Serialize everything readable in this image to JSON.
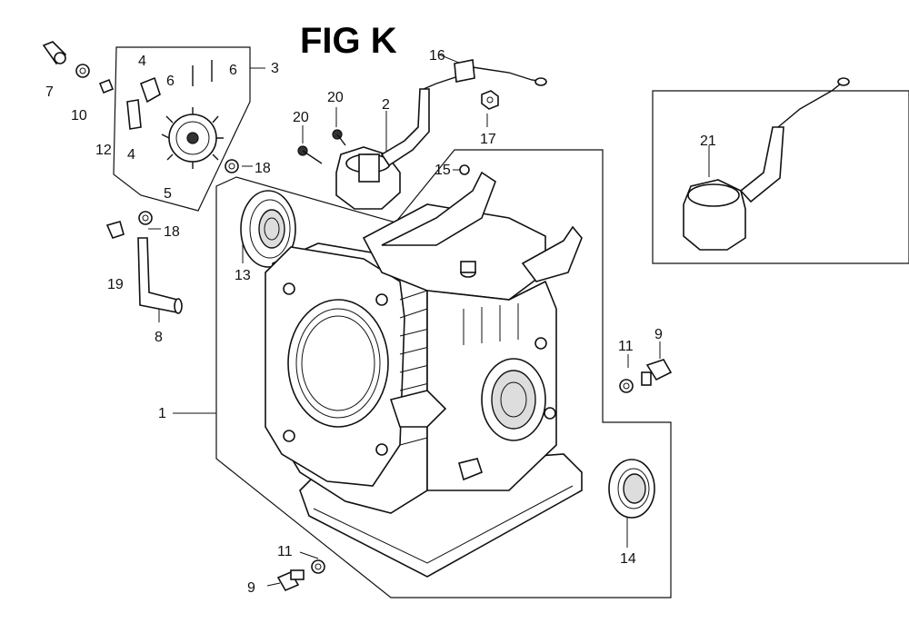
{
  "title": "FIG K",
  "callouts": {
    "c1": "1",
    "c2": "2",
    "c3": "3",
    "c4a": "4",
    "c4b": "4",
    "c5": "5",
    "c6a": "6",
    "c6b": "6",
    "c7": "7",
    "c8": "8",
    "c9a": "9",
    "c9b": "9",
    "c10": "10",
    "c11a": "11",
    "c11b": "11",
    "c12": "12",
    "c13": "13",
    "c14": "14",
    "c15": "15",
    "c16": "16",
    "c17": "17",
    "c18a": "18",
    "c18b": "18",
    "c19": "19",
    "c20a": "20",
    "c20b": "20",
    "c21": "21"
  }
}
